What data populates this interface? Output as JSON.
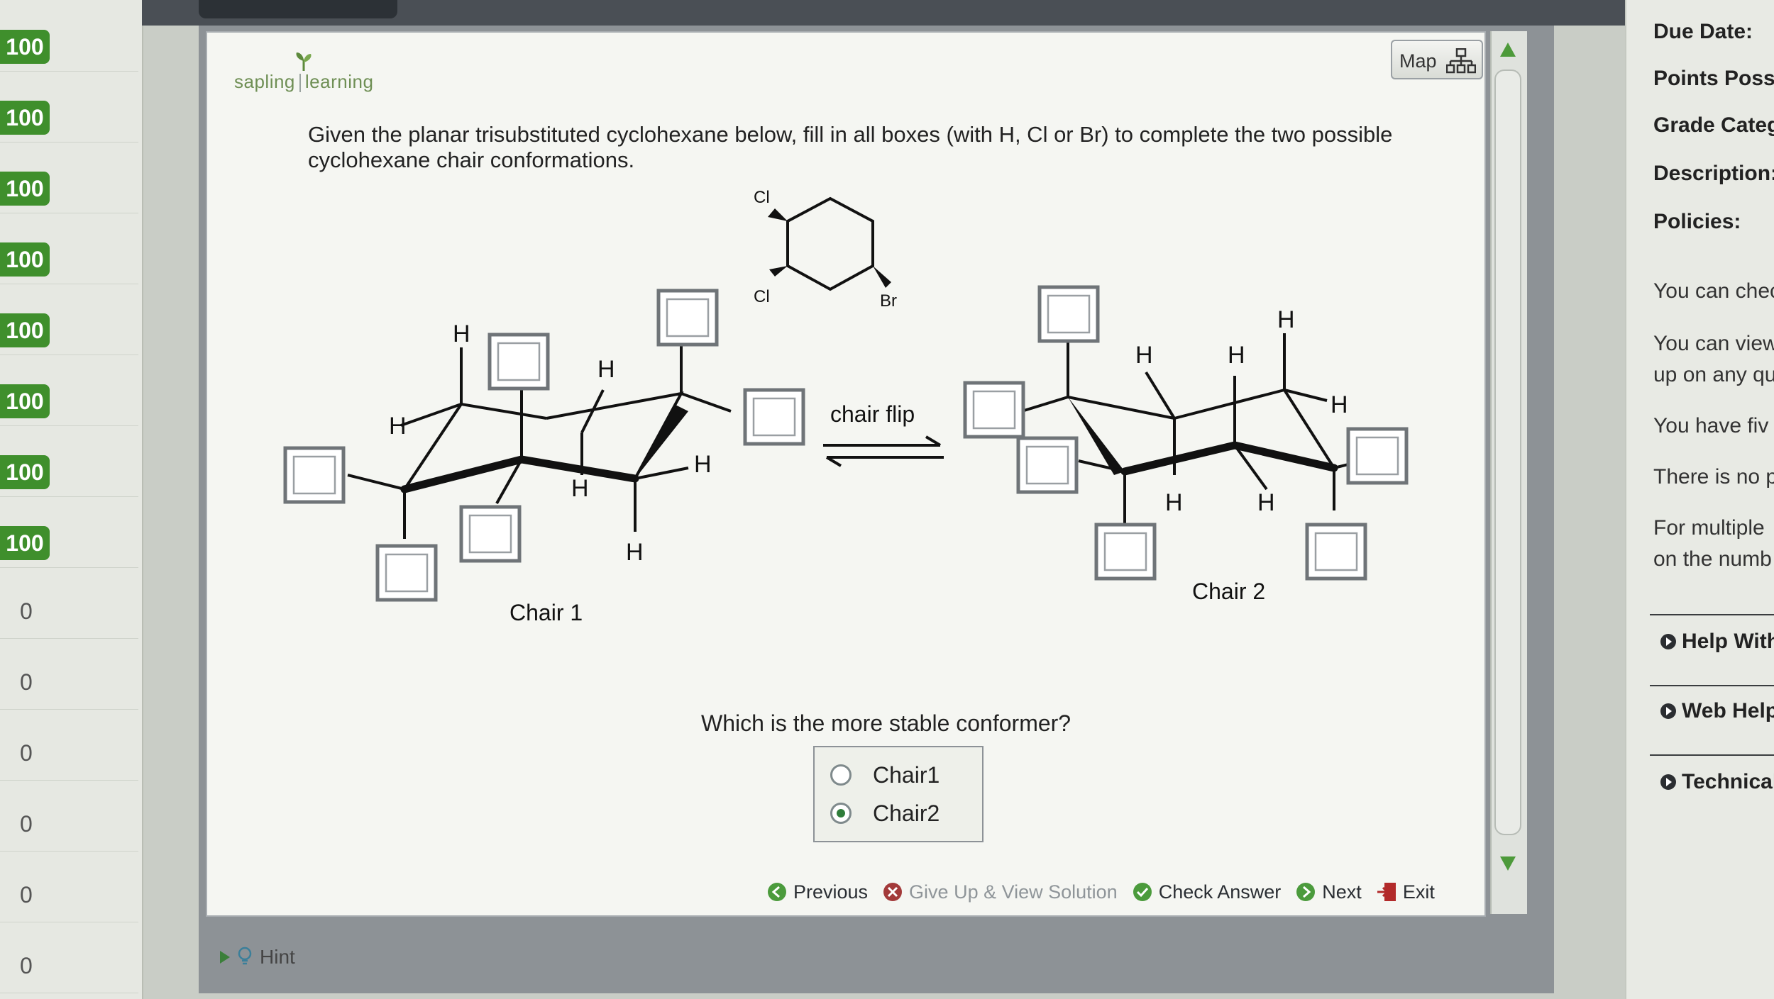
{
  "scores": [
    "100",
    "100",
    "100",
    "100",
    "100",
    "100",
    "100",
    "100",
    "0",
    "0",
    "0",
    "0",
    "0",
    "0"
  ],
  "logo": {
    "left": "sapling",
    "right": "learning"
  },
  "map_label": "Map",
  "question": "Given the planar trisubstituted cyclohexane below, fill in all boxes (with H, Cl or Br) to complete the two possible cyclohexane chair conformations.",
  "chem": {
    "substituent_cl_top": "Cl",
    "substituent_cl_mid": "Cl",
    "substituent_br": "Br",
    "h": "H",
    "chair_flip": "chair flip",
    "chair1_label": "Chair 1",
    "chair2_label": "Chair 2"
  },
  "stability_question": "Which is the more stable conformer?",
  "radio_options": [
    {
      "label": "Chair1",
      "selected": false
    },
    {
      "label": "Chair2",
      "selected": true
    }
  ],
  "nav": {
    "previous": "Previous",
    "give_up": "Give Up & View Solution",
    "check": "Check Answer",
    "next": "Next",
    "exit": "Exit"
  },
  "hint": "Hint",
  "sidebar": {
    "due_date": "Due Date:",
    "points": "Points Possib",
    "grade_category": "Grade Catego",
    "description": "Description:",
    "policies": "Policies:",
    "line1": "You can chec",
    "line2a": "You can view",
    "line2b": "up on any qu",
    "line3": "You have fiv",
    "line4": "There is no p",
    "line5a": "For multiple",
    "line5b": "on the numb",
    "link_help": "Help With",
    "link_web": "Web Help",
    "link_tech": "Technical"
  },
  "colors": {
    "score_green": "#3f8f2c",
    "panel": "#f5f6f2",
    "frame": "#8d9296"
  }
}
